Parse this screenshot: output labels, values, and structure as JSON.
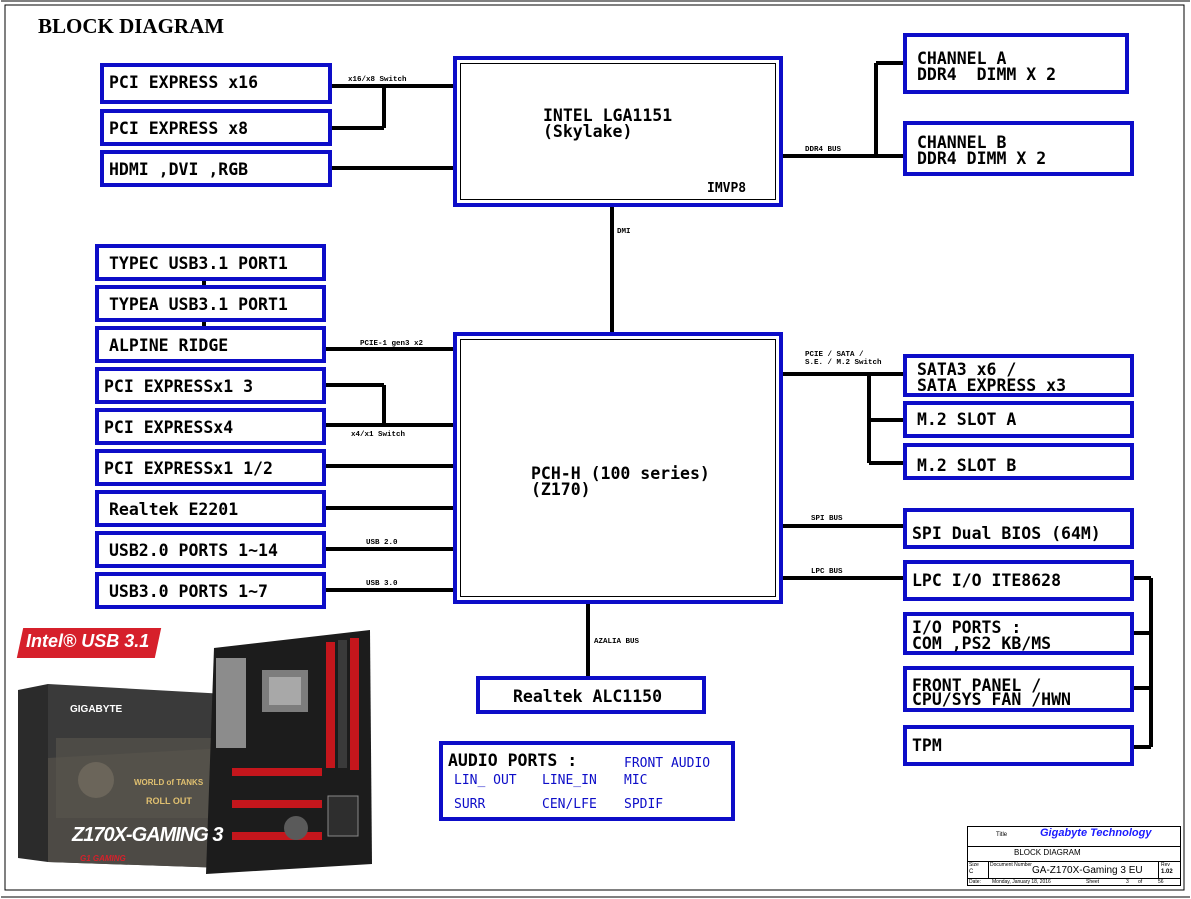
{
  "title": "BLOCK DIAGRAM",
  "cpu": {
    "line1": "INTEL LGA1151",
    "line2": "(Skylake)",
    "vr": "IMVP8"
  },
  "pch": {
    "line1": "PCH-H (100 series)",
    "line2": "(Z170)"
  },
  "cpu_left": [
    "PCI EXPRESS x16",
    "PCI EXPRESS x8",
    "HDMI ,DVI ,RGB"
  ],
  "cpu_right": [
    {
      "line1": "CHANNEL A",
      "line2": "DDR4  DIMM X 2"
    },
    {
      "line1": "CHANNEL B",
      "line2": "DDR4 DIMM X 2"
    }
  ],
  "pch_left": [
    "TYPEC USB3.1 PORT1",
    "TYPEA USB3.1 PORT1",
    "ALPINE RIDGE",
    "PCI EXPRESSx1 3",
    "PCI EXPRESSx4",
    "PCI EXPRESSx1 1/2",
    "Realtek E2201",
    "USB2.0 PORTS 1~14",
    "USB3.0 PORTS 1~7"
  ],
  "pch_right": {
    "sata_line1": "SATA3 x6 /",
    "sata_line2": "SATA EXPRESS x3",
    "m2a": "M.2 SLOT A",
    "m2b": "M.2 SLOT B",
    "spi": "SPI Dual BIOS (64M)",
    "lpc": "LPC I/O ITE8628",
    "io_line1": "I/O PORTS :",
    "io_line2": "COM ,PS2 KB/MS",
    "fp_line1": "FRONT PANEL /",
    "fp_line2": "CPU/SYS FAN /HWN",
    "tpm": "TPM"
  },
  "codec": "Realtek ALC1150",
  "audio": {
    "heading": "AUDIO PORTS :",
    "ports": [
      "FRONT AUDIO",
      "LIN_ OUT",
      "LINE_IN",
      "MIC",
      "SURR",
      "CEN/LFE",
      "SPDIF"
    ]
  },
  "bus_labels": {
    "x16x8": "x16/x8 Switch",
    "ddr4": "DDR4 BUS",
    "dmi": "DMI",
    "pcie_gen3": "PCIE-1 gen3 x2",
    "x4x1": "x4/x1 Switch",
    "pcie_sata_1": "PCIE / SATA /",
    "pcie_sata_2": "S.E. / M.2 Switch",
    "spi": "SPI BUS",
    "lpc": "LPC BUS",
    "usb20": "USB 2.0",
    "usb30": "USB 3.0",
    "azalia": "AZALIA BUS"
  },
  "product": {
    "badge": "Intel® USB 3.1",
    "brand": "GIGABYTE",
    "model": "Z170X-GAMING 3",
    "series": "G1 GAMING",
    "game": "WORLD of TANKS",
    "tagline": "ROLL OUT"
  },
  "title_block": {
    "title_label": "Title",
    "company": "Gigabyte Technology",
    "doc_title": "BLOCK DIAGRAM",
    "size_label": "Size",
    "size_value": "C",
    "docnum_label": "Document Number",
    "docnum": "GA-Z170X-Gaming 3 EU",
    "rev_label": "Rev",
    "rev": "1.02",
    "date_label": "Date:",
    "date": "Monday, January 18, 2016",
    "sheet_label": "Sheet",
    "sheet": "3",
    "of_label": "of",
    "of": "56"
  },
  "colors": {
    "box_border": "#0d0dc8",
    "line": "#000000",
    "badge": "#d6202b",
    "company": "#1a1aff"
  }
}
